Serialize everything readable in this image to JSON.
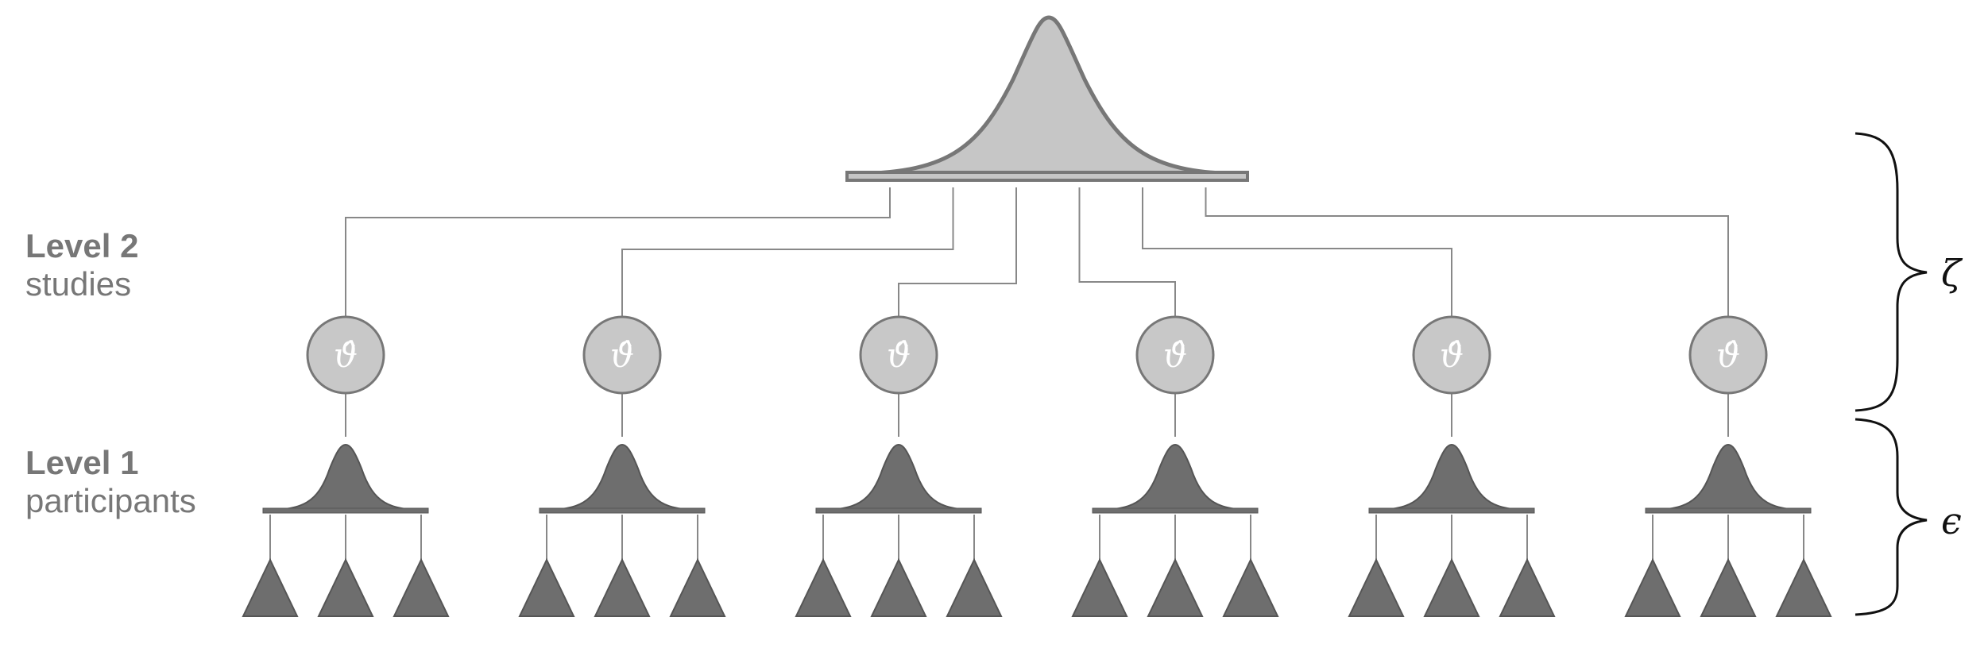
{
  "level2": {
    "title": "Level 2",
    "subtitle": "studies"
  },
  "level1": {
    "title": "Level 1",
    "subtitle": "participants"
  },
  "braces": {
    "upper_symbol": "ζ",
    "lower_symbol": "ϵ"
  },
  "study_node_symbol": "ϑ̂",
  "study_count": 6,
  "participants_per_study": 3,
  "colors": {
    "top_distribution_fill": "#c6c6c6",
    "top_distribution_stroke": "#777777",
    "study_node_fill": "#c8c8c8",
    "participant_distribution_fill": "#6e6e6e",
    "participant_fill": "#6e6e6e",
    "connector": "#888888",
    "brace": "#111111"
  }
}
